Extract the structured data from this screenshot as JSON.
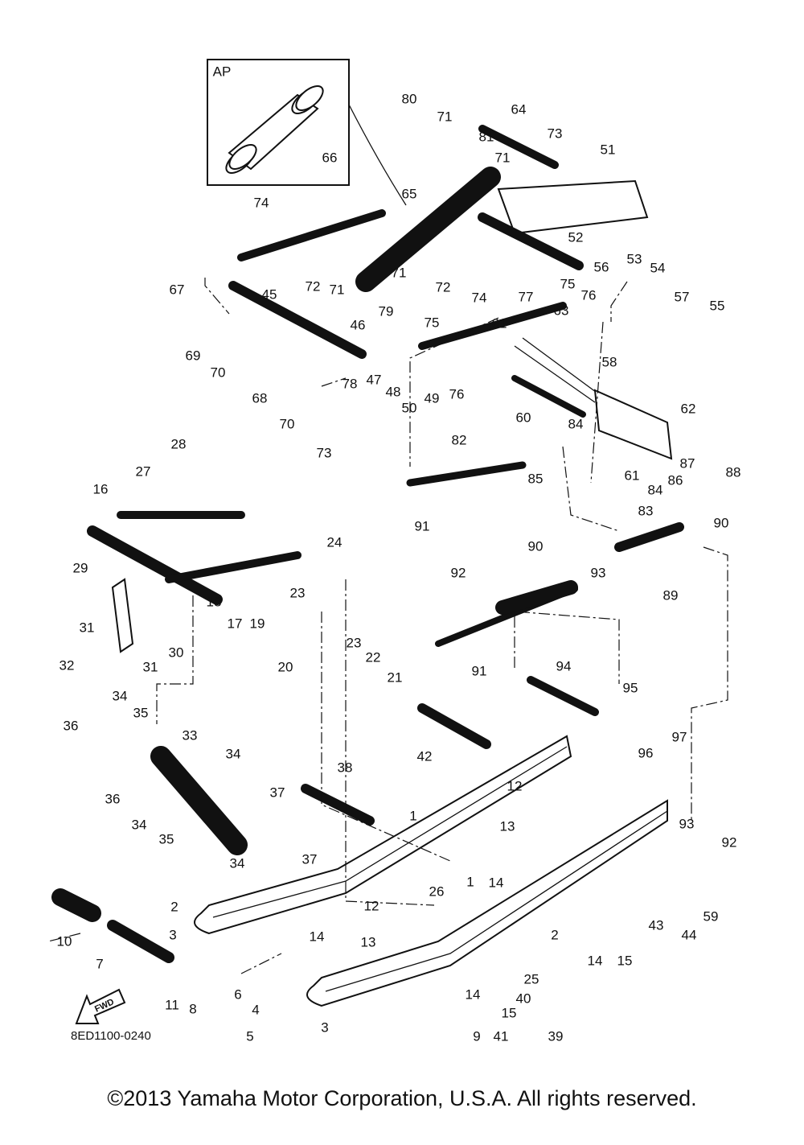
{
  "diagram": {
    "inset_title": "AP",
    "drawing_code": "8ED1100-0240",
    "direction_arrow": "FWD",
    "copyright": "©2013 Yamaha Motor Corporation, U.S.A. All rights reserved.",
    "callouts": [
      "66",
      "80",
      "71",
      "81",
      "64",
      "73",
      "71",
      "51",
      "65",
      "74",
      "52",
      "56",
      "53",
      "54",
      "72",
      "71",
      "71",
      "72",
      "45",
      "67",
      "75",
      "77",
      "76",
      "57",
      "55",
      "74",
      "79",
      "75",
      "63",
      "46",
      "61",
      "69",
      "70",
      "78",
      "47",
      "48",
      "50",
      "49",
      "76",
      "58",
      "60",
      "62",
      "68",
      "70",
      "73",
      "84",
      "82",
      "85",
      "61",
      "87",
      "88",
      "86",
      "84",
      "91",
      "28",
      "27",
      "16",
      "83",
      "90",
      "90",
      "24",
      "92",
      "93",
      "89",
      "29",
      "23",
      "18",
      "17",
      "19",
      "31",
      "30",
      "31",
      "32",
      "20",
      "23",
      "22",
      "21",
      "91",
      "94",
      "95",
      "34",
      "35",
      "36",
      "33",
      "42",
      "97",
      "96",
      "34",
      "38",
      "36",
      "37",
      "34",
      "35",
      "1",
      "12",
      "93",
      "92",
      "13",
      "34",
      "37",
      "14",
      "1",
      "59",
      "43",
      "44",
      "2",
      "26",
      "12",
      "10",
      "7",
      "3",
      "14",
      "13",
      "2",
      "14",
      "15",
      "25",
      "40",
      "6",
      "4",
      "11",
      "8",
      "5",
      "3",
      "14",
      "15",
      "41",
      "39",
      "9"
    ]
  }
}
